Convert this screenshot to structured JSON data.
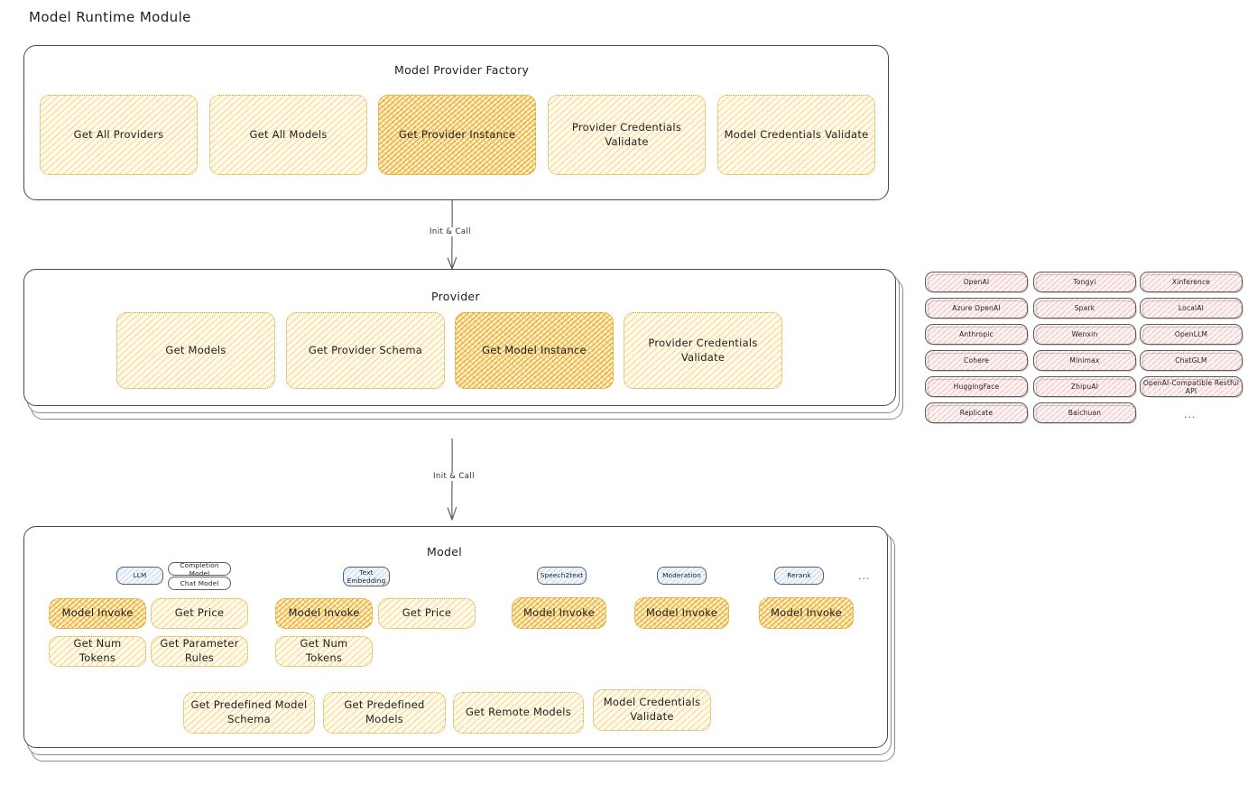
{
  "title": "Model Runtime Module",
  "sections": {
    "factory": {
      "title": "Model Provider Factory",
      "nodes": [
        {
          "label": "Get All Providers",
          "highlight": false
        },
        {
          "label": "Get All Models",
          "highlight": false
        },
        {
          "label": "Get Provider Instance",
          "highlight": true
        },
        {
          "label": "Provider Credentials Validate",
          "highlight": false
        },
        {
          "label": "Model Credentials Validate",
          "highlight": false
        }
      ]
    },
    "provider": {
      "title": "Provider",
      "nodes": [
        {
          "label": "Get Models",
          "highlight": false
        },
        {
          "label": "Get Provider Schema",
          "highlight": false
        },
        {
          "label": "Get Model Instance",
          "highlight": true
        },
        {
          "label": "Provider Credentials Validate",
          "highlight": false
        }
      ]
    },
    "model": {
      "title": "Model",
      "ellipsis": "...",
      "groups": [
        {
          "type_chip": "LLM",
          "sub_chips": [
            "Completion Model",
            "Chat Model"
          ],
          "nodes": [
            {
              "label": "Model Invoke",
              "highlight": true
            },
            {
              "label": "Get Price",
              "highlight": false
            },
            {
              "label": "Get Num Tokens",
              "highlight": false
            },
            {
              "label": "Get Parameter Rules",
              "highlight": false
            }
          ]
        },
        {
          "type_chip": "Text Embedding",
          "sub_chips": [],
          "nodes": [
            {
              "label": "Model Invoke",
              "highlight": true
            },
            {
              "label": "Get Price",
              "highlight": false
            },
            {
              "label": "Get Num Tokens",
              "highlight": false
            }
          ]
        },
        {
          "type_chip": "Speech2text",
          "sub_chips": [],
          "nodes": [
            {
              "label": "Model Invoke",
              "highlight": true
            }
          ]
        },
        {
          "type_chip": "Moderation",
          "sub_chips": [],
          "nodes": [
            {
              "label": "Model Invoke",
              "highlight": true
            }
          ]
        },
        {
          "type_chip": "Rerank",
          "sub_chips": [],
          "nodes": [
            {
              "label": "Model Invoke",
              "highlight": true
            }
          ]
        }
      ],
      "common_nodes": [
        {
          "label": "Get Predefined Model Schema",
          "highlight": false
        },
        {
          "label": "Get Predefined Models",
          "highlight": false
        },
        {
          "label": "Get Remote Models",
          "highlight": false
        },
        {
          "label": "Model Credentials Validate",
          "highlight": false
        }
      ]
    }
  },
  "edges": [
    {
      "label": "Init & Call"
    },
    {
      "label": "Init & Call"
    }
  ],
  "provider_list": {
    "ellipsis": "...",
    "columns": [
      [
        "OpenAI",
        "Azure OpenAI",
        "Anthropic",
        "Cohere",
        "HuggingFace",
        "Replicate"
      ],
      [
        "Tongyi",
        "Spark",
        "Wenxin",
        "Minimax",
        "ZhipuAI",
        "Baichuan"
      ],
      [
        "Xinference",
        "LocalAI",
        "OpenLLM",
        "ChatGLM",
        "OpenAI-Compatible Restful API"
      ]
    ]
  },
  "colors": {
    "node_fill": "#fffaeb",
    "node_stroke": "#c9a227",
    "node_highlight_fill": "#fdf0d0",
    "chip_pink": "#fdf2f2",
    "chip_blue": "#f1f7fd",
    "panel_stroke": "#4a4a4a",
    "text": "#1e1e1e"
  }
}
